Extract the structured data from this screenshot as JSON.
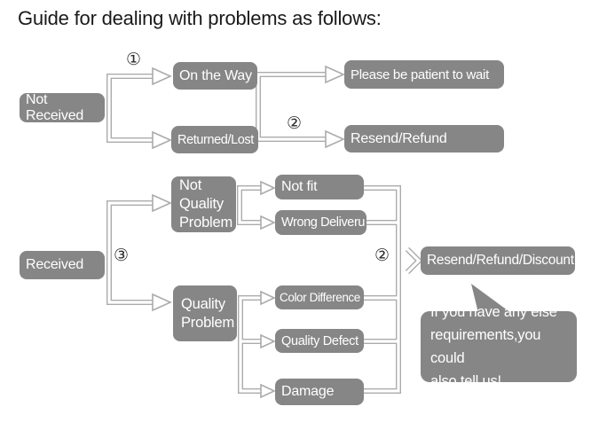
{
  "title": "Guide for dealing with problems as follows:",
  "colors": {
    "box": "#868686",
    "line": "#ababab",
    "box_text": "#ffffff",
    "title_text": "#1a1a1a",
    "label_text": "#2b2b2b",
    "background": "#ffffff"
  },
  "steps": {
    "one": "①",
    "two": "②",
    "three": "③"
  },
  "top_flow": {
    "source": "Not Received",
    "on_the_way": "On the Way",
    "returned_lost": "Returned/Lost",
    "wait": "Please be patient to wait",
    "resend": "Resend/Refund"
  },
  "bottom_flow": {
    "source": "Received",
    "not_quality": "Not\nQuality\nProblem",
    "quality": "Quality\nProblem",
    "not_fit": "Not fit",
    "wrong_delivery": "Wrong Deliveru",
    "color_difference": "Color Difference",
    "quality_defect": "Quality Defect",
    "damage": "Damage",
    "result": "Resend/Refund/Discount",
    "note": "If you have any else\nrequirements,you could\nalso tell us!"
  }
}
